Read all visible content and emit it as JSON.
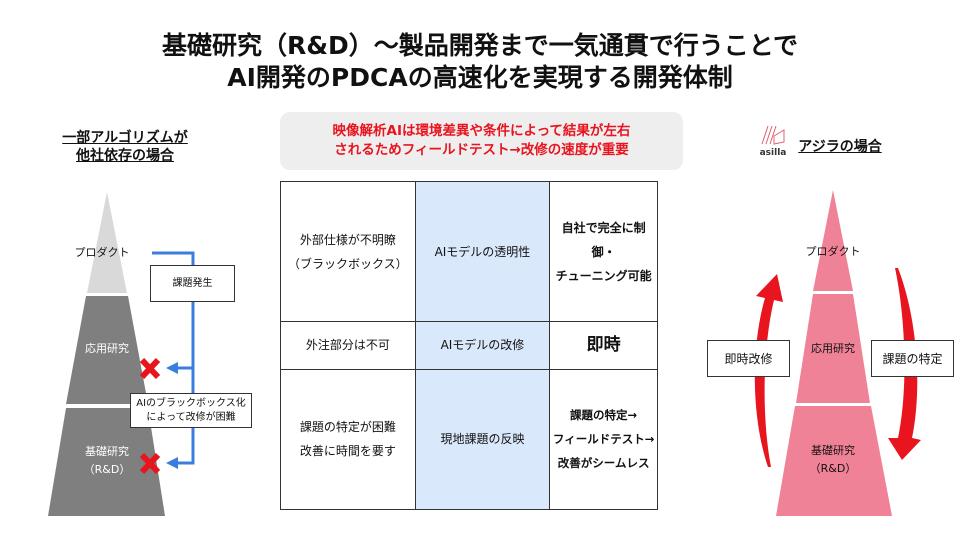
{
  "title": {
    "line1": "基礎研究（R&D）～製品開発まで一気通貫で行うことで",
    "line2": "AI開発のPDCAの高速化を実現する開発体制"
  },
  "left": {
    "heading1": "一部アルゴリズムが",
    "heading2": "他社依存の場合",
    "tiers": {
      "product": "プロダクト",
      "applied": "応用研究",
      "basic1": "基礎研究",
      "basic2": "（R&D）"
    },
    "issue_box": "課題発生",
    "blackbox1": "AIのブラックボックス化",
    "blackbox2": "によって改修が困難",
    "colors": {
      "top": "#d9d9d9",
      "lower": "#7f7f7f",
      "arrow": "#3b7ddd",
      "x": "#e8141e"
    }
  },
  "note": {
    "line1": "映像解析AIは環境差異や条件によって結果が左右",
    "line2": "されるためフィールドテスト→改修の速度が重要"
  },
  "table": {
    "rows": [
      {
        "left": [
          "外部仕様が不明瞭",
          "（ブラックボックス）"
        ],
        "mid": "AIモデルの透明性",
        "right": [
          "自社で完全に制御・",
          "チューニング可能"
        ]
      },
      {
        "left": [
          "外注部分は不可"
        ],
        "mid": "AIモデルの改修",
        "right": [
          "即時"
        ]
      },
      {
        "left": [
          "課題の特定が困難",
          "改善に時間を要す"
        ],
        "mid": "現地課題の反映",
        "right": [
          "課題の特定→",
          "フィールドテスト→",
          "改善がシームレス"
        ]
      }
    ]
  },
  "right": {
    "logo_text": "asilla",
    "heading": "アジラの場合",
    "tiers": {
      "product": "プロダクト",
      "applied": "応用研究",
      "basic1": "基礎研究",
      "basic2": "（R&D）"
    },
    "left_box": "即時改修",
    "right_box": "課題の特定",
    "colors": {
      "pyramid": "#f08297",
      "arrow": "#e8141e"
    }
  }
}
